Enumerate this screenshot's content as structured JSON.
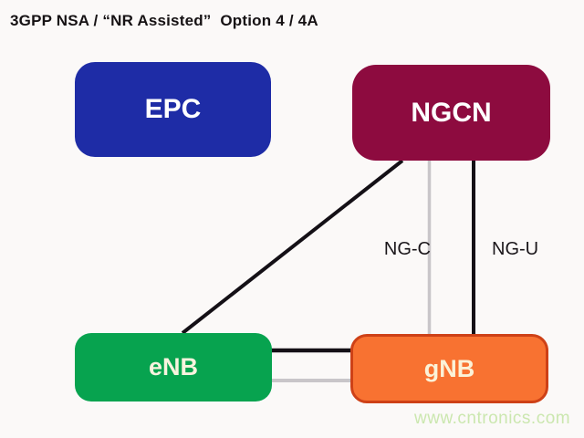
{
  "title": "3GPP NSA / “NR Assisted”  Option 4 / 4A",
  "nodes": {
    "epc": {
      "label": "EPC",
      "color": "#1e2ca6"
    },
    "ngcn": {
      "label": "NGCN",
      "color": "#8d0b3f"
    },
    "enb": {
      "label": "eNB",
      "color": "#07a34f"
    },
    "gnb": {
      "label": "gNB",
      "color": "#f87231",
      "border_color": "#ce4117"
    }
  },
  "links": {
    "ngc_label": "NG-C",
    "ngu_label": "NG-U",
    "black_color": "#141016",
    "gray_color": "#c9c6c9"
  },
  "watermark": {
    "text": "www.cntronics.com",
    "color": "#cbe7af"
  }
}
